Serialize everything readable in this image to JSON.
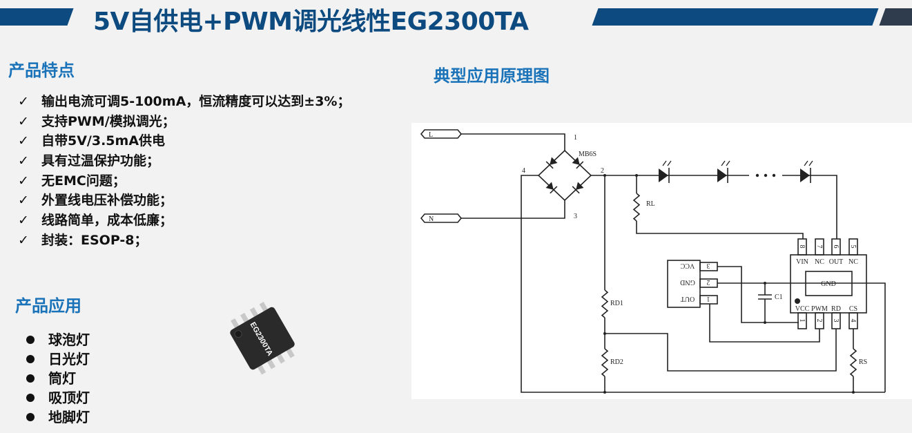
{
  "header": {
    "title": "5V自供电+PWM调光线性EG2300TA",
    "accent_color": "#0d4a80"
  },
  "features": {
    "heading": "产品特点",
    "check_glyph": "✓",
    "items": [
      "输出电流可调5-100mA，恒流精度可以达到±3%；",
      "支持PWM/模拟调光；",
      "自带5V/3.5mA供电",
      "具有过温保护功能；",
      "无EMC问题；",
      "外置线电压补偿功能；",
      "线路简单，成本低廉；",
      "封装：ESOP-8；"
    ]
  },
  "applications": {
    "heading": "产品应用",
    "items": [
      "球泡灯",
      "日光灯",
      "筒灯",
      "吸顶灯",
      "地脚灯"
    ]
  },
  "chip": {
    "marking": "EG2300TA"
  },
  "schematic": {
    "heading": "典型应用原理图",
    "labels": {
      "L": "L",
      "N": "N",
      "bridge": "MB6S",
      "b1": "1",
      "b2": "2",
      "b3": "3",
      "b4": "4",
      "RL": "RL",
      "RD1": "RD1",
      "RD2": "RD2",
      "RS": "RS",
      "C1": "C1",
      "ic_gnd": "GND",
      "ic_top": [
        "VIN",
        "NC",
        "OUT",
        "NC"
      ],
      "ic_top_pins": [
        "8",
        "7",
        "6",
        "5"
      ],
      "ic_bot": [
        "VCC",
        "PWM",
        "RD",
        "CS"
      ],
      "ic_bot_pins": [
        "1",
        "2",
        "3",
        "4"
      ],
      "conn": [
        "VCC",
        "GND",
        "OUT"
      ],
      "conn_pins": [
        "3",
        "2",
        "1"
      ]
    }
  }
}
